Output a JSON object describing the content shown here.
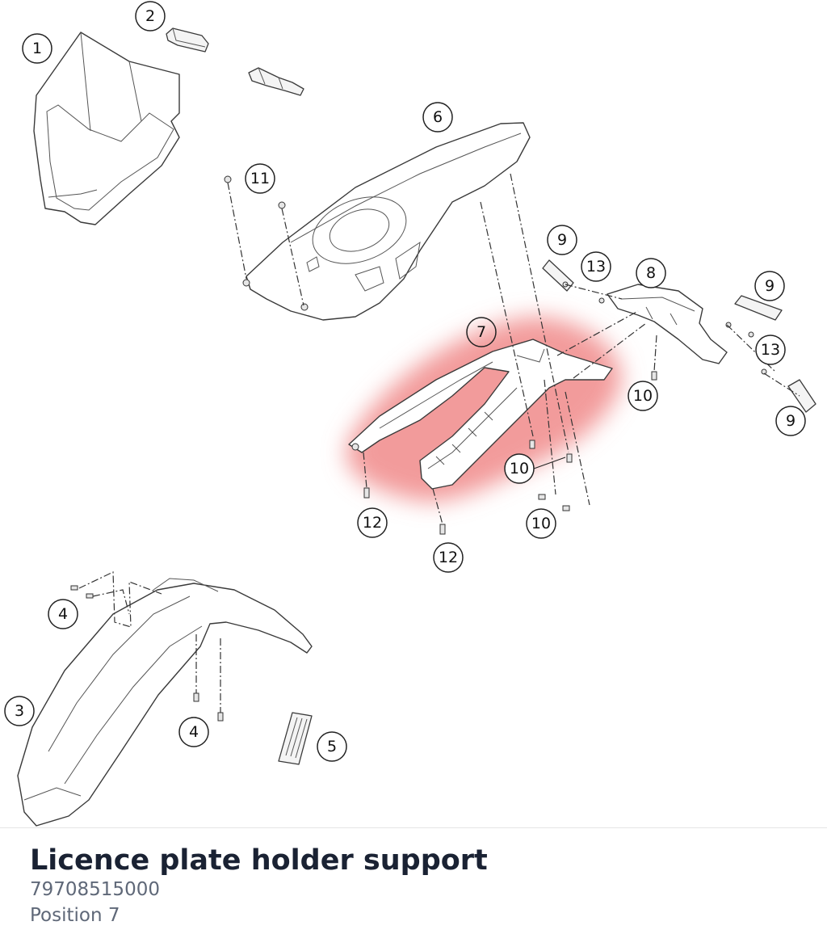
{
  "diagram": {
    "highlight_color": "#f08a8a",
    "callouts": [
      "1",
      "2",
      "3",
      "4",
      "5",
      "6",
      "7",
      "8",
      "9",
      "10",
      "11",
      "12",
      "13"
    ]
  },
  "part": {
    "title": "Licence plate holder support",
    "number": "79708515000",
    "position_label": "Position 7"
  },
  "colors": {
    "title": "#1a2233",
    "meta": "#5f6878",
    "line": "#3a3a3a"
  }
}
